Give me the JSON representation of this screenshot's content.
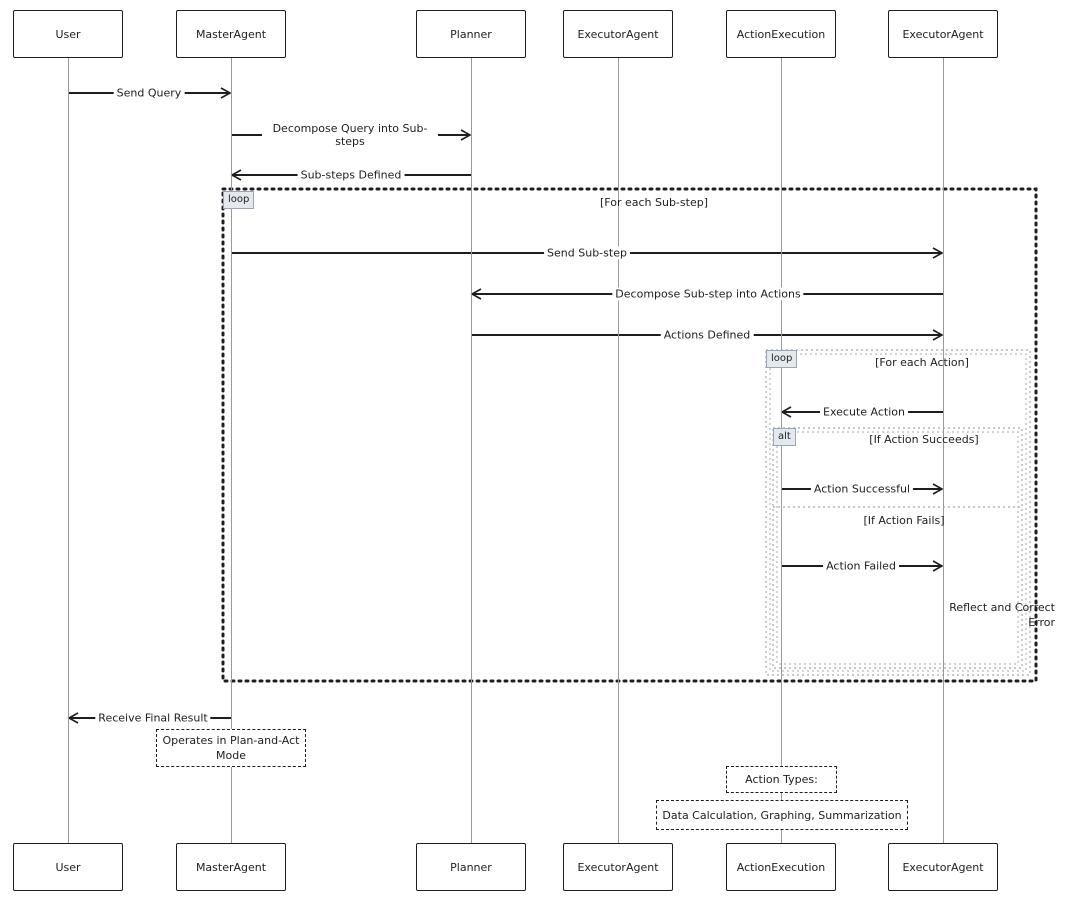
{
  "participants": [
    "User",
    "MasterAgent",
    "Planner",
    "ExecutorAgent",
    "ActionExecution",
    "ExecutorAgent"
  ],
  "messages": [
    {
      "from": 0,
      "to": 1,
      "label": "Send Query"
    },
    {
      "from": 1,
      "to": 2,
      "label": "Decompose Query into Sub-steps"
    },
    {
      "from": 2,
      "to": 1,
      "label": "Sub-steps Defined"
    },
    {
      "from": 1,
      "to": 5,
      "label": "Send Sub-step"
    },
    {
      "from": 5,
      "to": 2,
      "label": "Decompose Sub-step into Actions"
    },
    {
      "from": 2,
      "to": 5,
      "label": "Actions Defined"
    },
    {
      "from": 5,
      "to": 4,
      "label": "Execute Action"
    },
    {
      "from": 4,
      "to": 5,
      "label": "Action Successful"
    },
    {
      "from": 4,
      "to": 5,
      "label": "Action Failed"
    },
    {
      "from": 1,
      "to": 0,
      "label": "Receive Final Result"
    }
  ],
  "fragments": {
    "outer_loop": {
      "tag": "loop",
      "condition": "[For each Sub-step]"
    },
    "inner_loop": {
      "tag": "loop",
      "condition": "[For each Action]"
    },
    "alt": {
      "tag": "alt",
      "condition_success": "[If Action Succeeds]",
      "condition_fail": "[If Action Fails]"
    }
  },
  "notes": {
    "reflect": "Reflect and Correct Error",
    "plan_mode": "Operates in Plan-and-Act Mode",
    "action_types_title": "Action Types:",
    "action_types": "Data Calculation, Graphing, Summarization"
  }
}
